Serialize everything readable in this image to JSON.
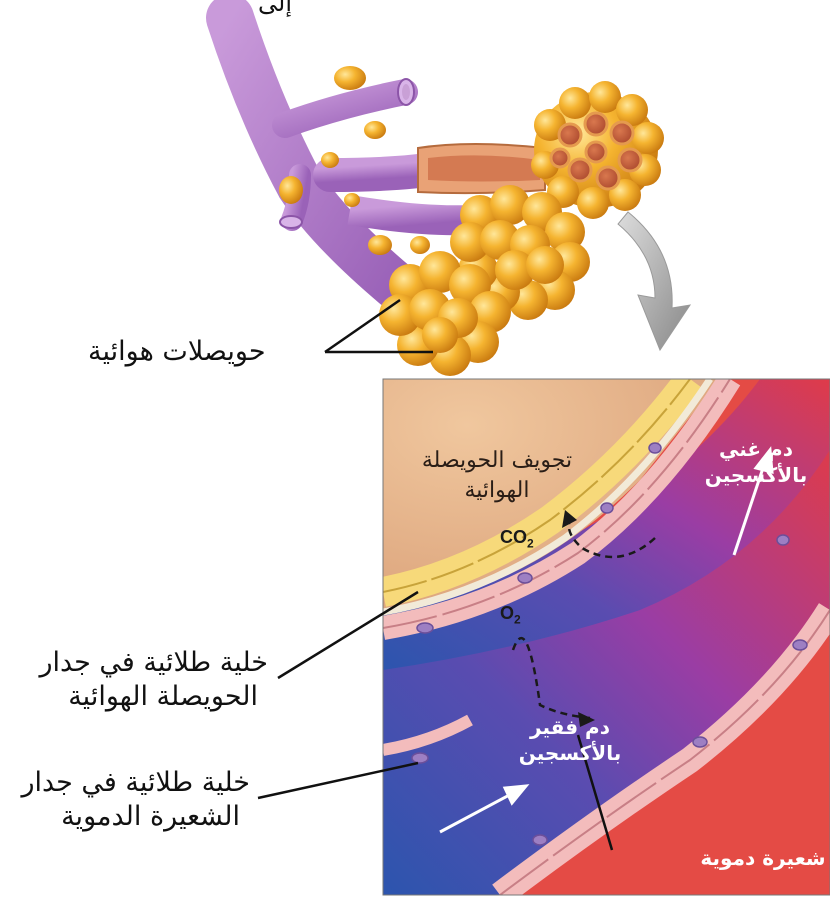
{
  "labels": {
    "top_cut_text": "إلى",
    "alveoli": "حويصلات هوائية",
    "alveolus_cavity_line1": "تجويف الحويصلة",
    "alveolus_cavity_line2": "الهوائية",
    "oxygen_rich_line1": "دم غني",
    "oxygen_rich_line2": "بالأكسجين",
    "oxygen_poor_line1": "دم فقير",
    "oxygen_poor_line2": "بالأكسجين",
    "capillary": "شعيرة دموية",
    "alveolar_wall_cell_line1": "خلية طلائية في جدار",
    "alveolar_wall_cell_line2": "الحويصلة الهوائية",
    "capillary_wall_cell_line1": "خلية طلائية في جدار",
    "capillary_wall_cell_line2": "الشعيرة الدموية",
    "co2_base": "CO",
    "co2_sub": "2",
    "o2_base": "O",
    "o2_sub": "2"
  },
  "colors": {
    "bronchiole": "#b07ac8",
    "alveolus": "#f2ae27",
    "alveolus_cavity": "#e9b78d",
    "oxygen_rich_blood": "#e8453f",
    "oxygen_poor_blood": "#2f58b0",
    "capillary_wall": "#f3bcbc",
    "epithelium": "#f7d97a",
    "label_highlight": "#ff3030"
  }
}
